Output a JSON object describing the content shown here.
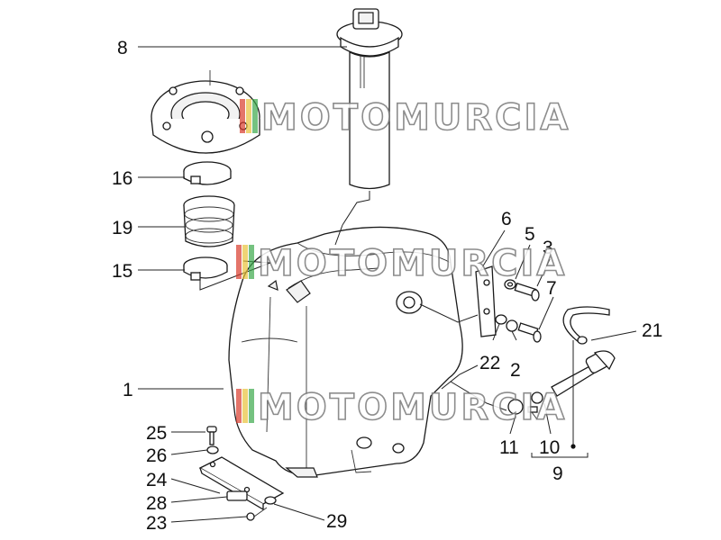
{
  "diagram": {
    "watermark_text": "MOTOMURCIA",
    "watermark_colors": [
      "#d93a2b",
      "#e8c23a",
      "#3aa84a"
    ],
    "callouts": [
      {
        "id": "c1",
        "label": "1"
      },
      {
        "id": "c2",
        "label": "2"
      },
      {
        "id": "c3",
        "label": "3"
      },
      {
        "id": "c5",
        "label": "5"
      },
      {
        "id": "c6",
        "label": "6"
      },
      {
        "id": "c7",
        "label": "7"
      },
      {
        "id": "c8",
        "label": "8"
      },
      {
        "id": "c9",
        "label": "9"
      },
      {
        "id": "c10",
        "label": "10"
      },
      {
        "id": "c11",
        "label": "11"
      },
      {
        "id": "c15",
        "label": "15"
      },
      {
        "id": "c16",
        "label": "16"
      },
      {
        "id": "c19",
        "label": "19"
      },
      {
        "id": "c21",
        "label": "21"
      },
      {
        "id": "c22",
        "label": "22"
      },
      {
        "id": "c23",
        "label": "23"
      },
      {
        "id": "c24",
        "label": "24"
      },
      {
        "id": "c25",
        "label": "25"
      },
      {
        "id": "c26",
        "label": "26"
      },
      {
        "id": "c28",
        "label": "28"
      },
      {
        "id": "c29",
        "label": "29"
      }
    ]
  }
}
